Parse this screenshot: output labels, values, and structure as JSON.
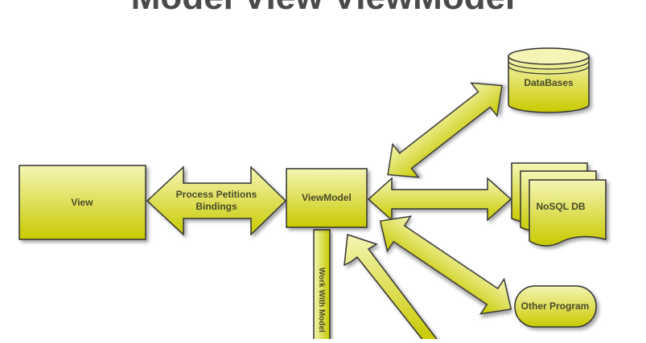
{
  "title": "Model View ViewModel",
  "nodes": {
    "view": "View",
    "viewmodel": "ViewModel",
    "databases": "DataBases",
    "nosql": "NoSQL DB",
    "other_program": "Other Program"
  },
  "connectors": {
    "view_viewmodel_line1": "Process Petitions",
    "view_viewmodel_line2": "Bindings",
    "work_with_model": "Work With Model"
  },
  "colors": {
    "fill_light": "#f2f3a6",
    "fill_dark": "#c8ca00",
    "stroke": "#333333"
  }
}
